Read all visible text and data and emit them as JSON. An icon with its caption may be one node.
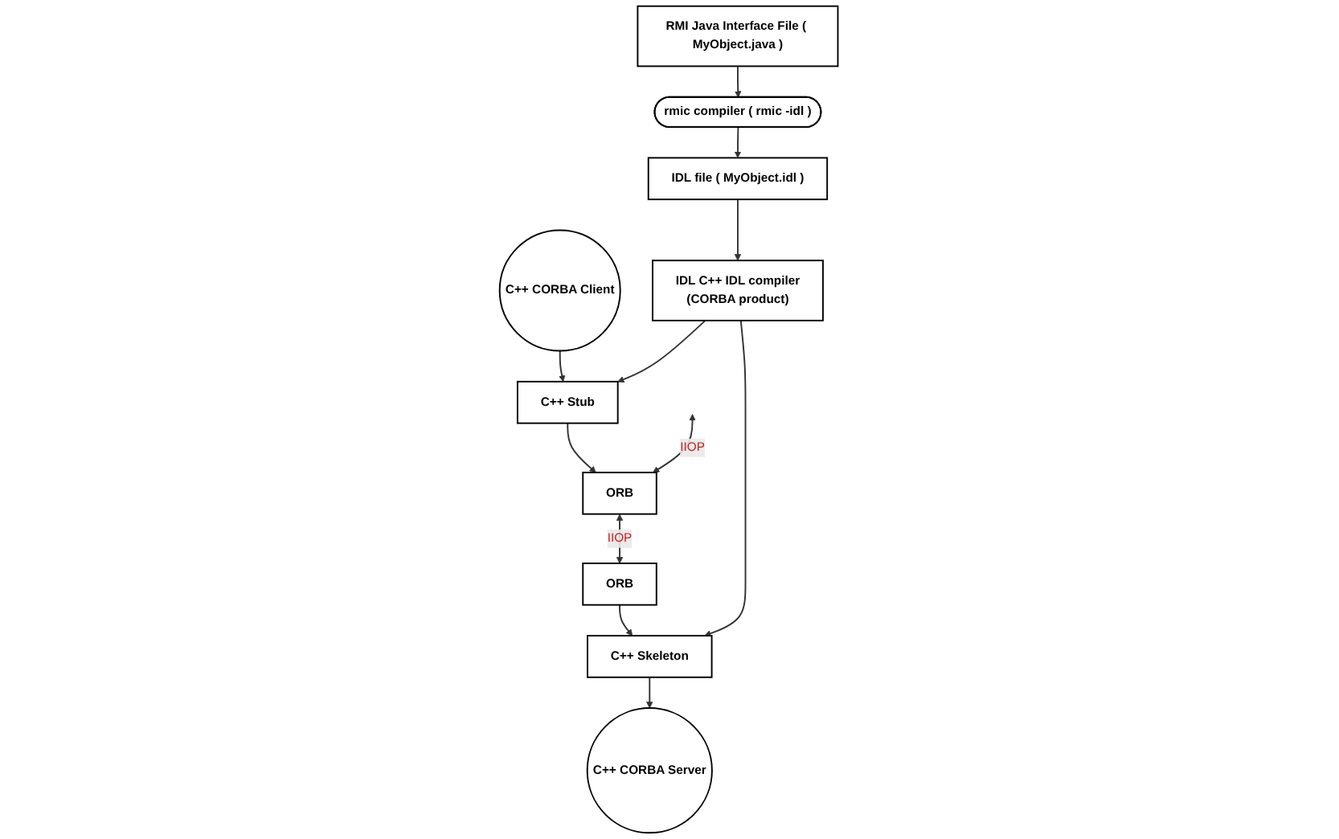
{
  "diagram": {
    "nodes": [
      {
        "text": [
          "RMI Java Interface File ( MyObject.java )"
        ]
      },
      {
        "text": [
          "rmic compiler ( rmic -idl )"
        ]
      },
      {
        "text": [
          "IDL file ( MyObject.idl )"
        ]
      },
      {
        "text": [
          "C++ CORBA Client"
        ]
      },
      {
        "text": [
          "C++ CORBA Server"
        ]
      },
      {
        "text": [
          "IDL C++ IDL compiler",
          "(CORBA product)"
        ]
      },
      {
        "text": [
          "C++ Stub"
        ]
      },
      {
        "text": [
          "C++ Skeleton"
        ]
      },
      {
        "text": [
          "ORB"
        ]
      },
      {
        "text": [
          "ORB"
        ]
      }
    ],
    "edges": [
      {
        "from": 0,
        "to": 1,
        "arrow": "to"
      },
      {
        "from": 1,
        "to": 2,
        "arrow": "to"
      },
      {
        "from": 2,
        "to": 5,
        "arrow": "to"
      },
      {
        "from": 3,
        "to": 6,
        "arrow": "to"
      },
      {
        "from": 5,
        "to": 6,
        "arrow": "to"
      },
      {
        "from": 5,
        "to": 7,
        "arrow": "to"
      },
      {
        "from": 7,
        "to": 4,
        "arrow": "to"
      },
      {
        "from": 6,
        "to": 8,
        "arrow": "to"
      },
      {
        "from": 9,
        "to": 7,
        "arrow": "to"
      },
      {
        "from": null,
        "to": 8,
        "arrow": "both",
        "label": "IIOP"
      },
      {
        "from": 8,
        "to": 9,
        "arrow": "both",
        "label": "IIOP"
      }
    ]
  }
}
